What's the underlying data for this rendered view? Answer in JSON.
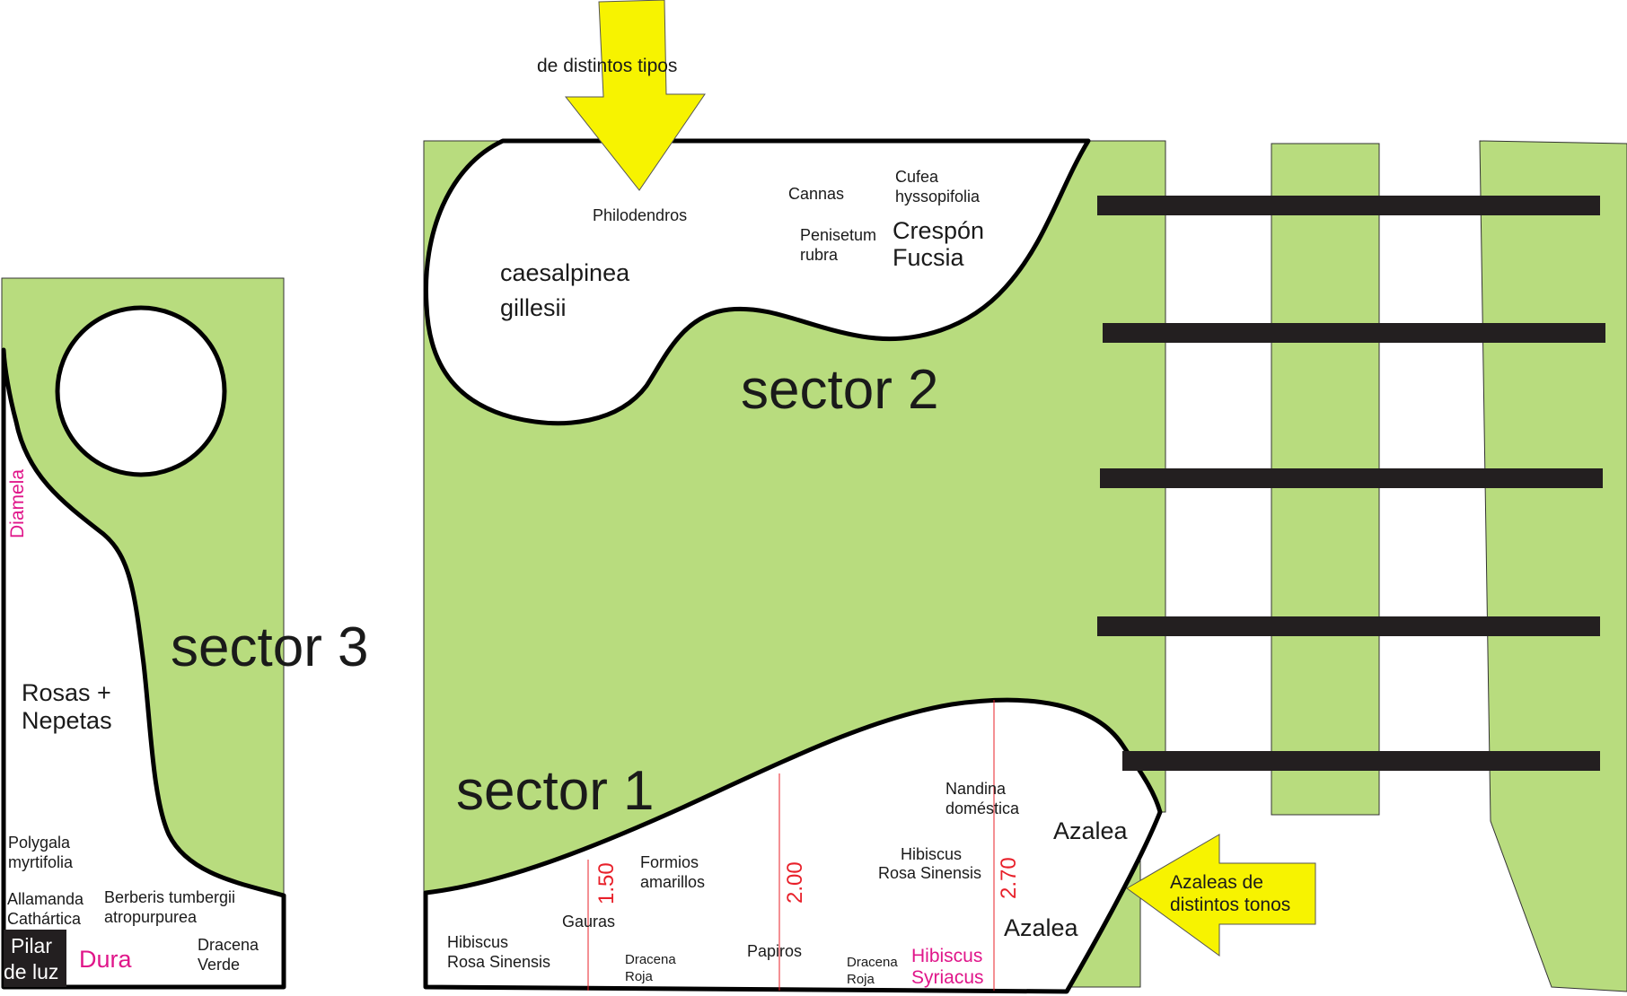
{
  "colors": {
    "lawn": "#b8dc7e",
    "bed": "#ffffff",
    "outline": "#000000",
    "arrow": "#f7f300",
    "pink_text": "#e0168a",
    "dimension_red": "#e8202a",
    "pilar_fill": "#231f20"
  },
  "top_arrow": {
    "label": "de distintos tipos"
  },
  "right_arrow": {
    "line1": "Azaleas de",
    "line2": "distintos tonos"
  },
  "sectors": {
    "s1": "sector 1",
    "s2": "sector 2",
    "s3": "sector 3"
  },
  "sector2_bed": {
    "philodendros": "Philodendros",
    "cannas": "Cannas",
    "cufea_1": "Cufea",
    "cufea_2": "hyssopifolia",
    "penisetum_1": "Penisetum",
    "penisetum_2": "rubra",
    "crespon_1": "Crespón",
    "crespon_2": "Fucsia",
    "caesalpinea_1": "caesalpinea",
    "caesalpinea_2": "gillesii"
  },
  "sector3_bed": {
    "diamela": "Diamela",
    "rosas_1": "Rosas +",
    "rosas_2": "Nepetas",
    "polygala_1": "Polygala",
    "polygala_2": "myrtifolia",
    "allamanda_1": "Allamanda",
    "allamanda_2": "Cathártica",
    "berberis_1": "Berberis tumbergii",
    "berberis_2": "atropurpurea",
    "pilar_1": "Pilar",
    "pilar_2": "de luz",
    "dura": "Dura",
    "dracena_verde_1": "Dracena",
    "dracena_verde_2": "Verde"
  },
  "sector1_bed": {
    "nandina_1": "Nandina",
    "nandina_2": "doméstica",
    "azalea_top": "Azalea",
    "azalea_bottom": "Azalea",
    "hibiscus_mid_1": "Hibiscus",
    "hibiscus_mid_2": "Rosa Sinensis",
    "formios_1": "Formios",
    "formios_2": "amarillos",
    "gauras": "Gauras",
    "hibiscus_left_1": "Hibiscus",
    "hibiscus_left_2": "Rosa Sinensis",
    "dracena_roja_1a": "Dracena",
    "dracena_roja_1b": "Roja",
    "papiros": "Papiros",
    "dracena_roja_2a": "Dracena",
    "dracena_roja_2b": "Roja",
    "hibiscus_syriacus_1": "Hibiscus",
    "hibiscus_syriacus_2": "Syriacus"
  },
  "dimensions": [
    "1.50",
    "2.00",
    "2.70"
  ]
}
